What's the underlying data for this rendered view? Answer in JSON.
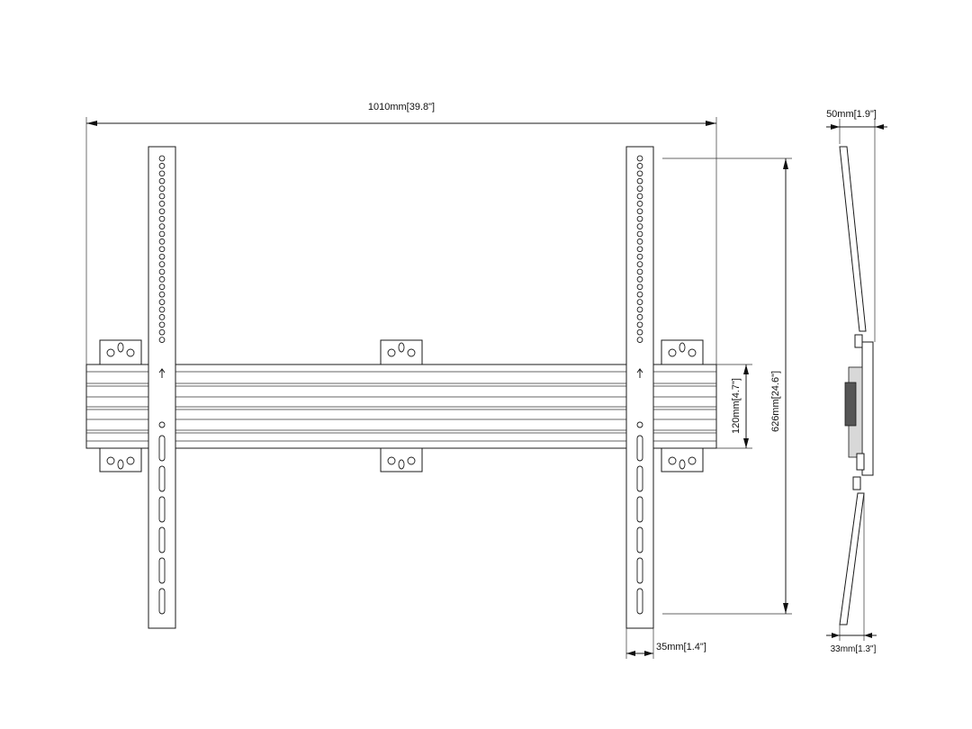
{
  "dimensions": {
    "overall_width": "1010mm[39.8\"]",
    "overall_height": "626mm[24.6\"]",
    "rail_height": "120mm[4.7\"]",
    "upright_width": "35mm[1.4\"]",
    "side_depth": "50mm[1.9\"]",
    "side_bottom_depth": "33mm[1.3\"]"
  }
}
